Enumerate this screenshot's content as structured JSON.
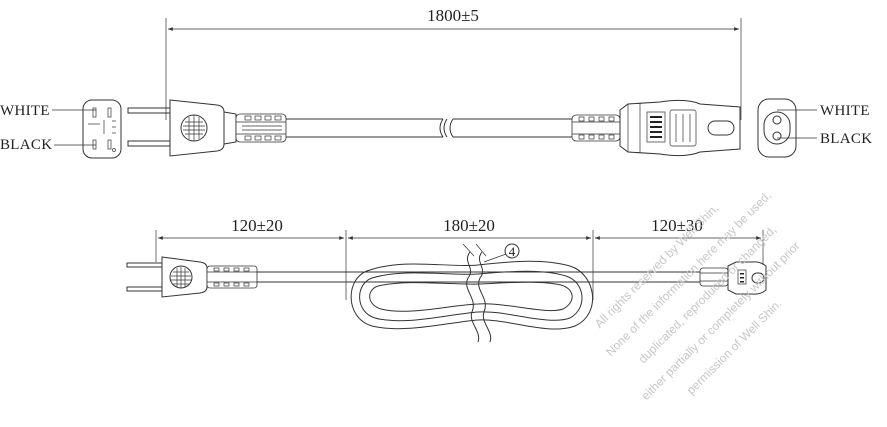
{
  "diagram": {
    "overall_length": "1800±5",
    "plug_wire_labels": {
      "top": "WHITE",
      "bottom": "BLACK"
    },
    "connector_wire_labels": {
      "top": "WHITE",
      "bottom": "BLACK"
    },
    "coil": {
      "plug_side": "120±20",
      "bundle": "180±20",
      "connector_side": "120±30",
      "tie_callout": "4"
    },
    "watermark": [
      "All rights reserved by Well Shin.",
      "None of the information here may be used,",
      "duplicated, reproduced or changed,",
      "either partially or completely without prior",
      "permission of Well Shin."
    ]
  }
}
